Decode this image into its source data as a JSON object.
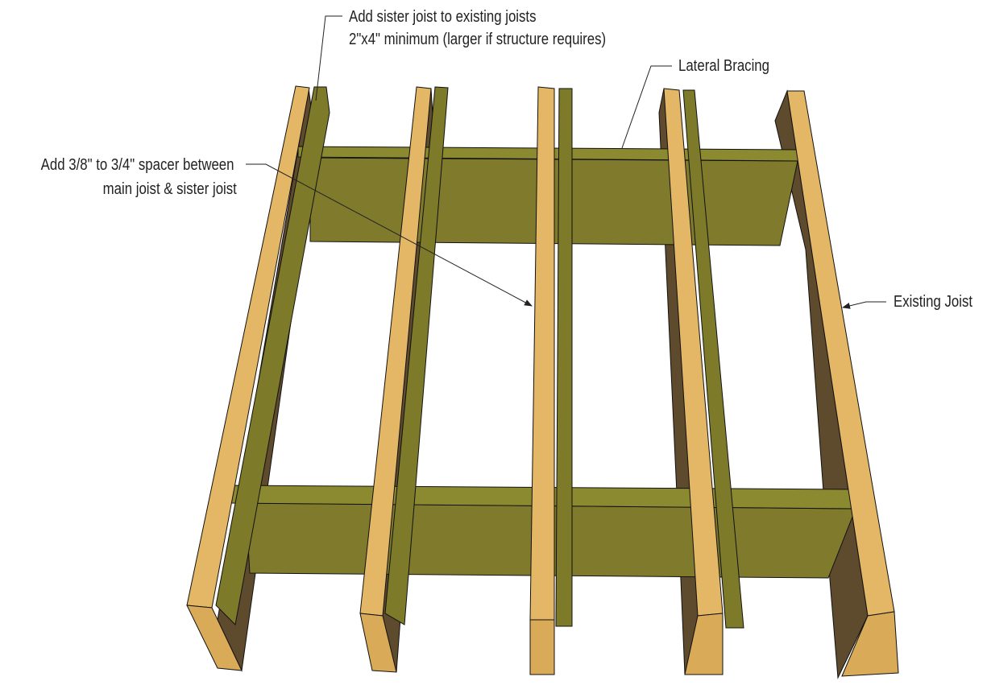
{
  "labels": {
    "sister_joist_line1": "Add sister joist to existing joists",
    "sister_joist_line2": "2\"x4\" minimum (larger if structure requires)",
    "lateral_bracing": "Lateral Bracing",
    "spacer_line1": "Add 3/8\" to 3/4\" spacer between",
    "spacer_line2": "main joist & sister joist",
    "existing_joist": "Existing Joist"
  },
  "colors": {
    "osb_edge": "#e3b765",
    "joist_side": "#5e4a2c",
    "sister_joist": "#7d7a2a",
    "bracing": "#8c8a30",
    "leader_line": "#222222"
  }
}
